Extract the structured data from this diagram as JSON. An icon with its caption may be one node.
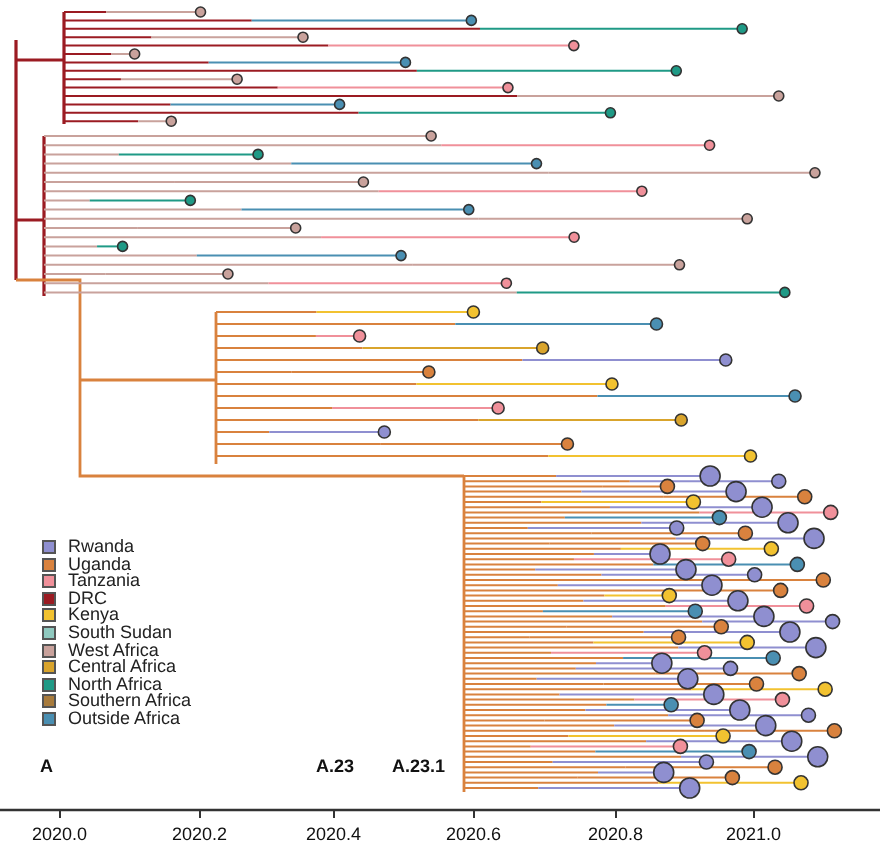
{
  "diagram": {
    "labels": [
      "A",
      "A.23",
      "A.23.1",
      "2020.0",
      "2020.2",
      "2020.4",
      "2020.6",
      "2020.8",
      "2021.0"
    ],
    "legend": [
      {
        "text": "Rwanda",
        "color": "#8f8fd0"
      },
      {
        "text": "Uganda",
        "color": "#d9823e"
      },
      {
        "text": "Tanzania",
        "color": "#f0909a"
      },
      {
        "text": "DRC",
        "color": "#9b1b22"
      },
      {
        "text": "Kenya",
        "color": "#f2c230"
      },
      {
        "text": "South Sudan",
        "color": "#8fc9bf"
      },
      {
        "text": "West Africa",
        "color": "#c9a29c"
      },
      {
        "text": "Central Africa",
        "color": "#d9a42c"
      },
      {
        "text": "North Africa",
        "color": "#1f9a86"
      },
      {
        "text": "Southern Africa",
        "color": "#a87b3c"
      },
      {
        "text": "Outside Africa",
        "color": "#4a8fb2"
      }
    ]
  }
}
